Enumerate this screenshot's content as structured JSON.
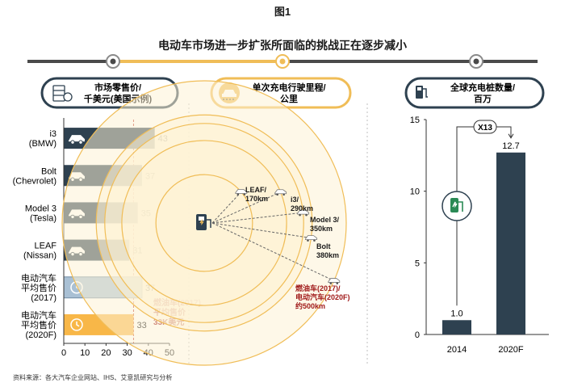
{
  "figure_label": "图1",
  "main_title": "电动车市场进一步扩张所面临的挑战正在逐步减小",
  "source": "资料来源：各大汽车企业网站、IHS、艾意凯研究与分析",
  "colors": {
    "navy": "#2e4150",
    "light_blue": "#a9c0d4",
    "orange": "#f8b748",
    "gold": "#f0bd57",
    "circle_fill": "#fdf2d6",
    "dark_red": "#a01a1a",
    "grey_line": "#4a4a4a"
  },
  "panel1": {
    "header": "市场零售价/\n千美元(美国示例)",
    "icon": "money-stack-icon"
  },
  "panel2": {
    "header": "单次充电行驶里程/\n公里",
    "icon": "car-icon",
    "charger_icon": "charging-station-icon"
  },
  "panel3": {
    "header": "全球充电桩数量/\n百万",
    "icon": "fuel-pump-icon",
    "multiplier_label": "X13",
    "badge_icon": "ev-charger-icon"
  },
  "chart_data": [
    {
      "type": "bar",
      "orientation": "horizontal",
      "categories": [
        "i3\n(BMW)",
        "Bolt\n(Chevrolet)",
        "Model 3\n(Tesla)",
        "LEAF\n(Nissan)",
        "电动汽车\n平均售价\n(2017)",
        "电动汽车\n平均售价\n(2020F)"
      ],
      "values": [
        43,
        37,
        35,
        31,
        37,
        33
      ],
      "bar_icons": [
        "car-icon",
        "car-icon",
        "car-icon",
        "car-icon",
        "clock-icon",
        "clock-arrow-icon"
      ],
      "bar_colors": [
        "#2e4150",
        "#2e4150",
        "#2e4150",
        "#2e4150",
        "#a9c0d4",
        "#f8b748"
      ],
      "xlim": [
        0,
        50
      ],
      "xticks": [
        0,
        10,
        20,
        30,
        40,
        50
      ],
      "reference_line": 33,
      "reference_label": "燃油车(2017)\n平均售价\n33K美元"
    },
    {
      "type": "radial",
      "items": [
        {
          "label": "LEAF/\n170km",
          "value": 170
        },
        {
          "label": "i3/\n290km",
          "value": 290
        },
        {
          "label": "Model 3/\n350km",
          "value": 350
        },
        {
          "label": "Bolt\n380km",
          "value": 380
        },
        {
          "label": "燃油车(2017)/\n电动汽车(2020F)\n约500km",
          "value": 500
        }
      ]
    },
    {
      "type": "bar",
      "categories": [
        "2014",
        "2020F"
      ],
      "values": [
        1.0,
        12.7
      ],
      "value_labels": [
        "1.0",
        "12.7"
      ],
      "bar_colors": [
        "#2e4150",
        "#2e4150"
      ],
      "ylim": [
        0,
        15
      ],
      "yticks": [
        0,
        5,
        10,
        15
      ]
    }
  ]
}
